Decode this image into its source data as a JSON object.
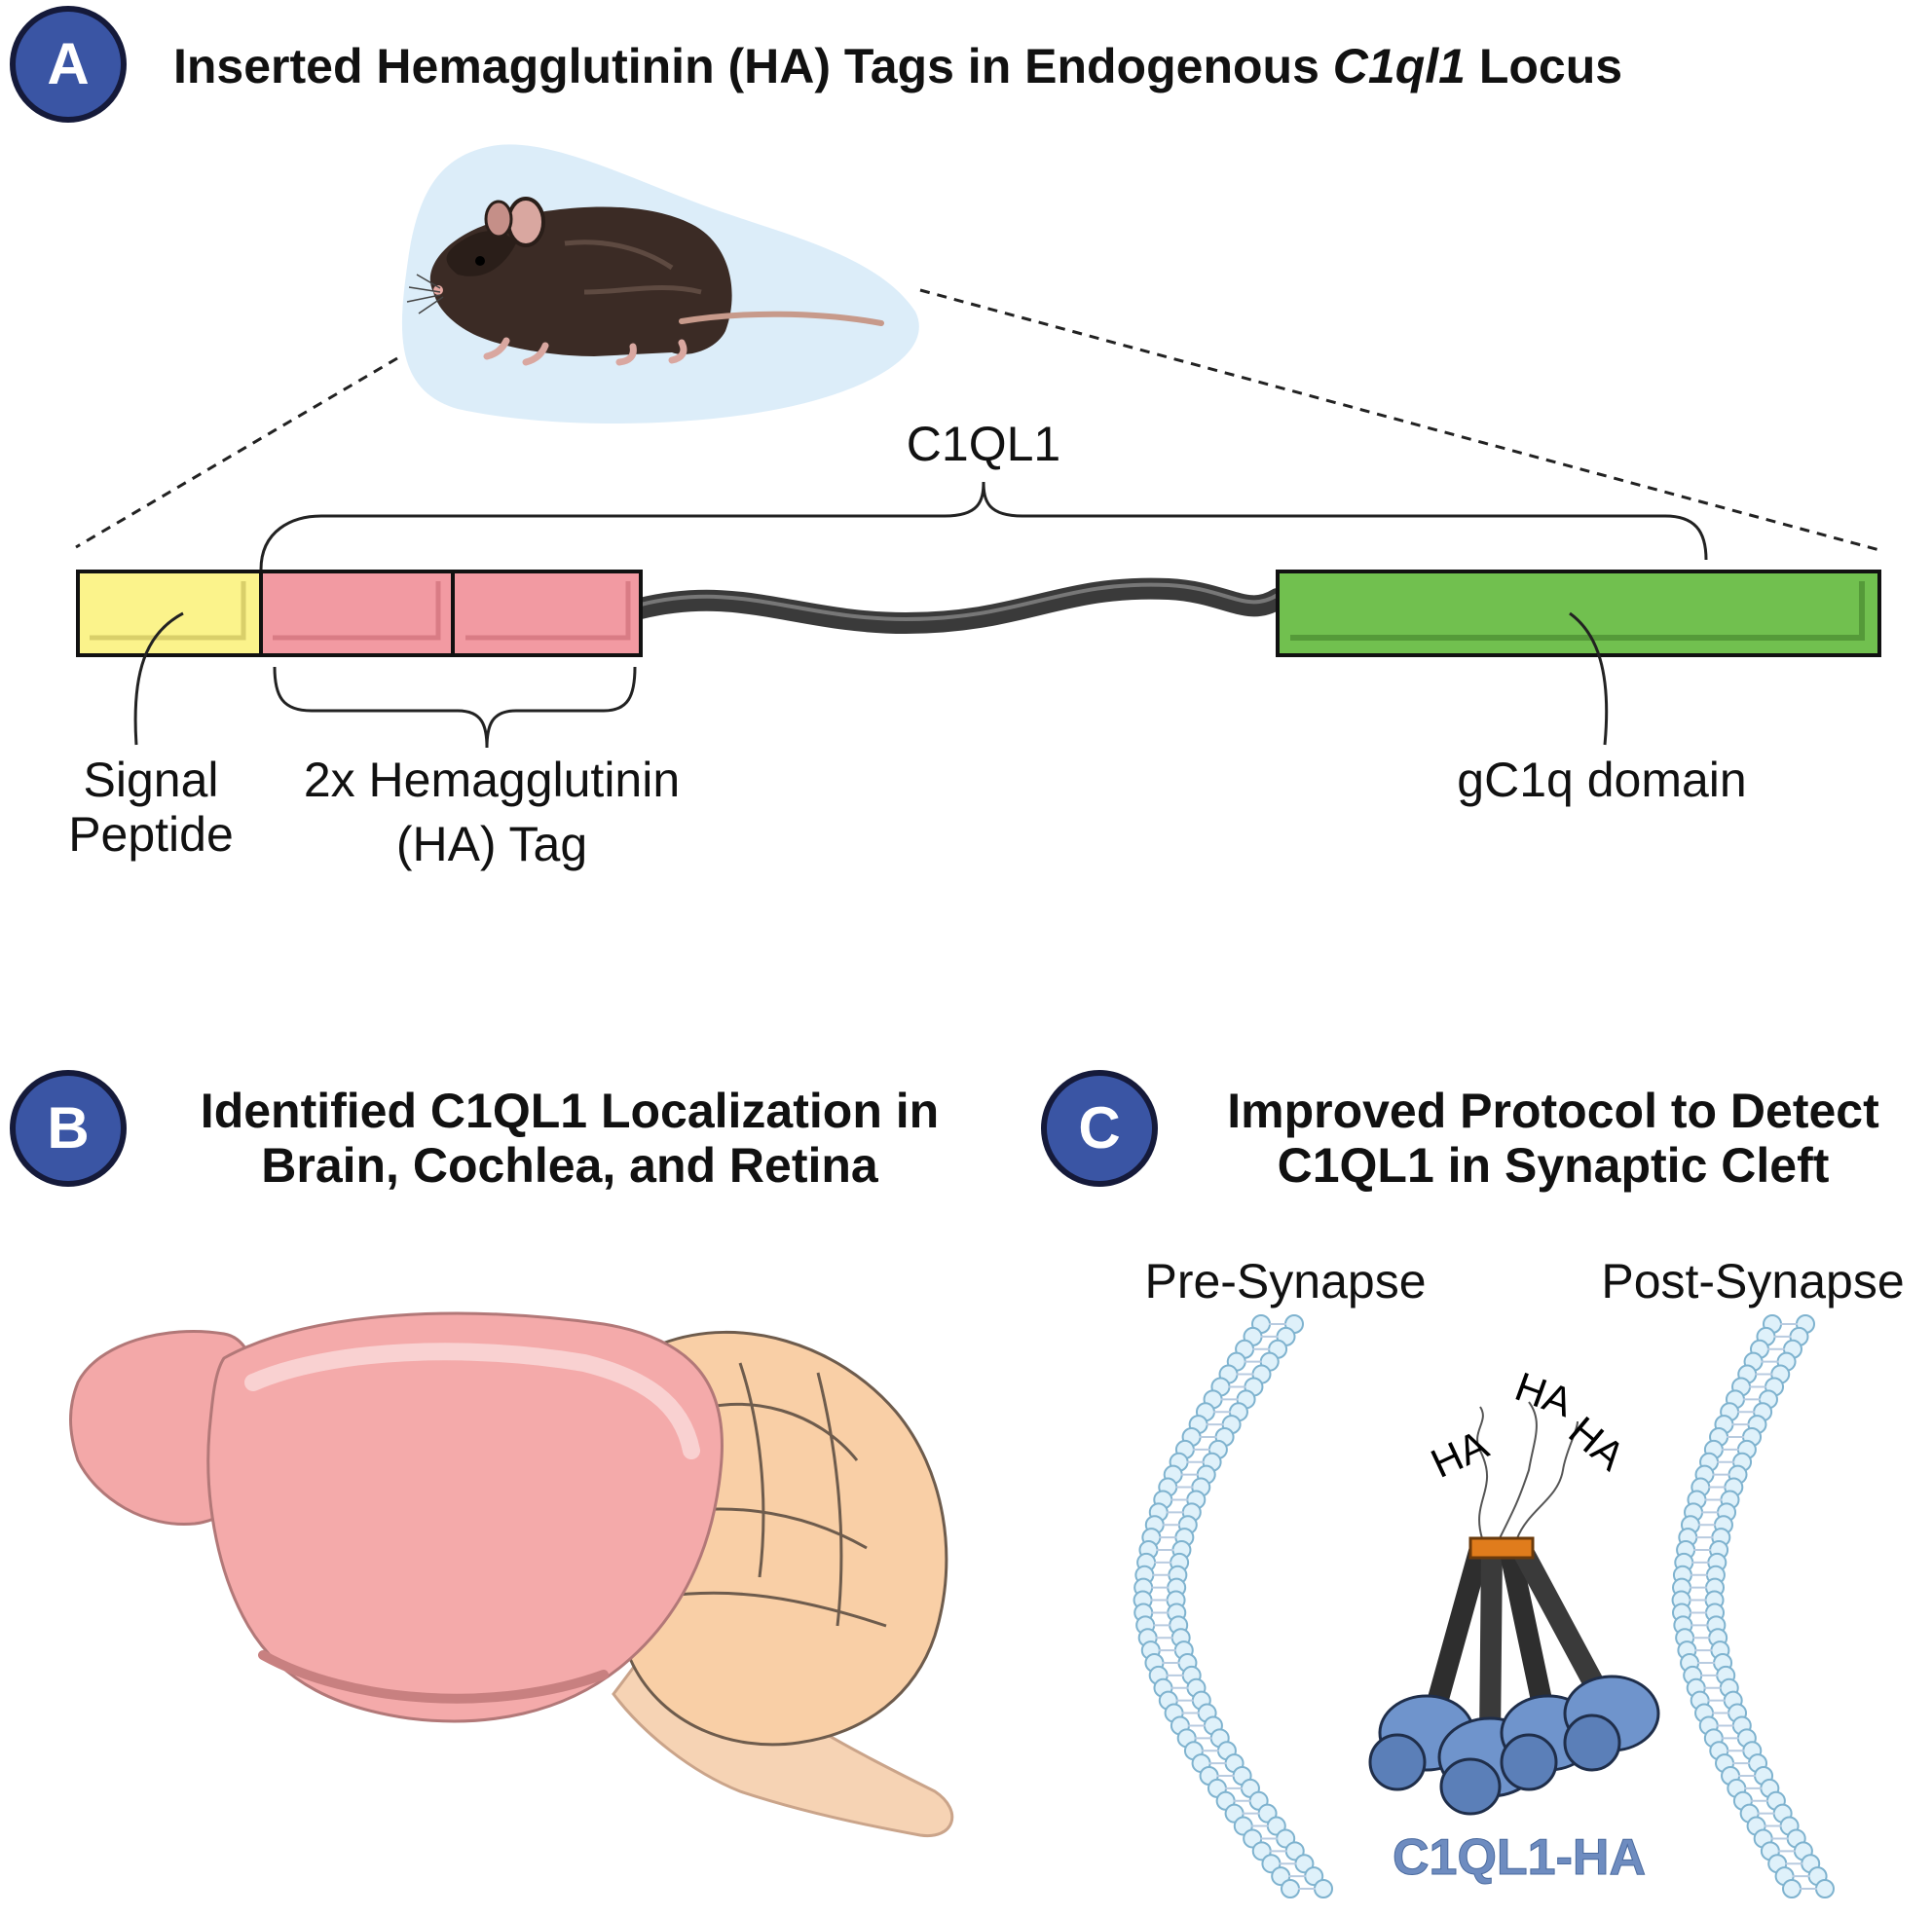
{
  "panel_a": {
    "badge": "A",
    "title_pre": "Inserted Hemagglutinin (HA) Tags in Endogenous ",
    "title_italic": "C1ql1",
    "title_post": " Locus",
    "protein_label": "C1QL1",
    "signal_peptide_line1": "Signal",
    "signal_peptide_line2": "Peptide",
    "ha_tag_line1": "2x Hemagglutinin",
    "ha_tag_line2": "(HA) Tag",
    "gc1q_label": "gC1q domain",
    "colors": {
      "signal_peptide": "#fbf38b",
      "ha_tag": "#f29aa2",
      "gc1q": "#71c04f",
      "mouse_bg": "#dcedf9"
    }
  },
  "panel_b": {
    "badge": "B",
    "title_line1": "Identified C1QL1 Localization in",
    "title_line2": "Brain, Cochlea, and Retina"
  },
  "panel_c": {
    "badge": "C",
    "title_line1": "Improved Protocol to Detect",
    "title_line2": "C1QL1 in Synaptic Cleft",
    "pre_synapse": "Pre-Synapse",
    "post_synapse": "Post-Synapse",
    "ha_labels": [
      "HA",
      "HA",
      "HA"
    ],
    "protein_label": "C1QL1-HA",
    "colors": {
      "protein_label": "#6e8cc0",
      "globular": "#6f94cc",
      "membrane": "#dff1fa"
    }
  }
}
